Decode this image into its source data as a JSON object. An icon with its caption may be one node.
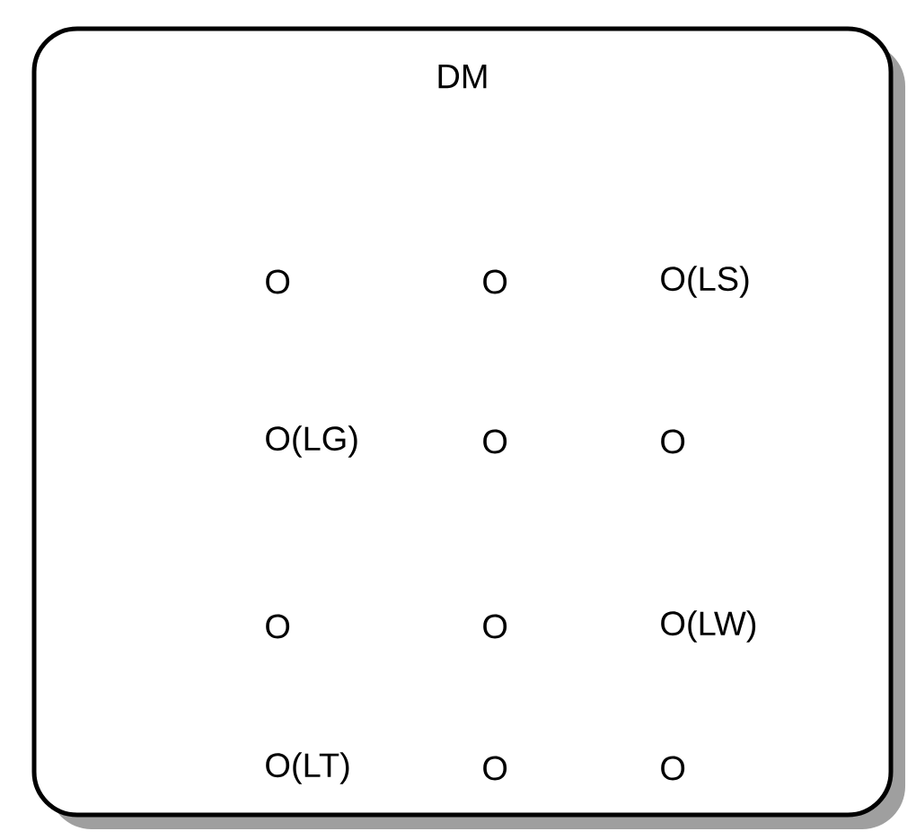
{
  "diagram": {
    "nodes": [
      {
        "text": [
          "DM"
        ]
      }
    ],
    "labels": [
      "O",
      "O",
      "O(LS)",
      "O(LG)",
      "O",
      "O",
      "O",
      "O",
      "O(LW)",
      "O(LT)",
      "O",
      "O"
    ]
  }
}
